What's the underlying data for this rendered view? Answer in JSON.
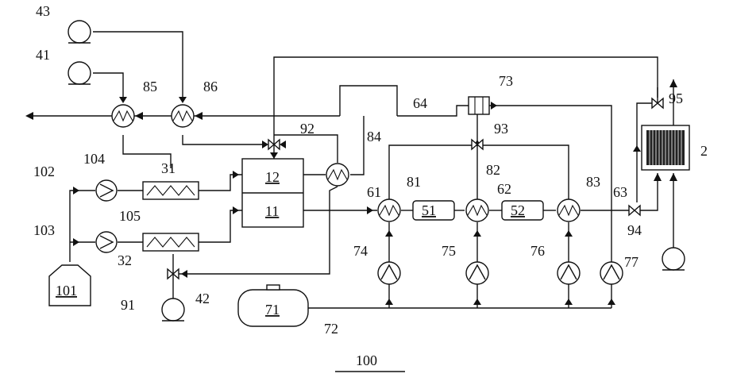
{
  "figure_label": "100",
  "labels": {
    "pump_43": "43",
    "pump_41": "41",
    "pump_42": "42",
    "hx_85": "85",
    "hx_86": "86",
    "valve_92": "92",
    "hx_84": "84",
    "line_64": "64",
    "unit_73": "73",
    "valve_93": "93",
    "valve_95": "95",
    "unit_2": "2",
    "line_102": "102",
    "pump_104": "104",
    "heater_31": "31",
    "reactor_12": "12",
    "reactor_11": "11",
    "line_61": "61",
    "hx_81": "81",
    "hx_82": "82",
    "line_62": "62",
    "hx_83": "83",
    "line_63": "63",
    "bed_51": "51",
    "bed_52": "52",
    "valve_94": "94",
    "line_103": "103",
    "pump_105": "105",
    "heater_32": "32",
    "pump_74": "74",
    "pump_75": "75",
    "pump_76": "76",
    "pump_77": "77",
    "tank_101": "101",
    "valve_91": "91",
    "tank_71": "71",
    "line_72": "72"
  }
}
